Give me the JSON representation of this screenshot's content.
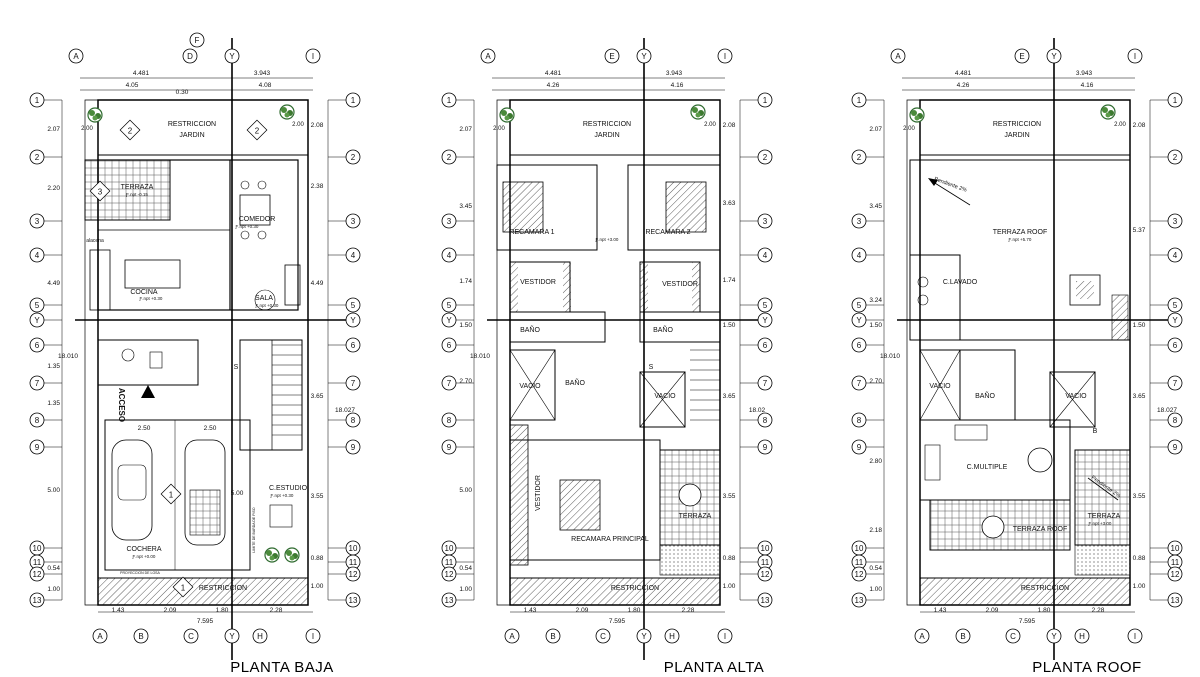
{
  "plans": [
    {
      "title": "PLANTA BAJA",
      "rooms": [
        "RESTRICCION",
        "JARDIN",
        "TERRAZA",
        "COMEDOR",
        "COCINA",
        "SALA",
        "C.ESTUDIO",
        "COCHERA",
        "RESTRICCION"
      ],
      "levels": [
        "Ƒ.npt -0.15",
        "Ƒ.npt +0.30",
        "Ƒ.npt +0.30",
        "Ƒ.npt +0.30",
        "Ƒ.npt +0.30",
        "Ƒ.npt +0.00"
      ],
      "extra": [
        "ACCESO",
        "S",
        "alacena"
      ],
      "markers": [
        "2",
        "2",
        "3",
        "1",
        "1"
      ]
    },
    {
      "title": "PLANTA ALTA",
      "rooms": [
        "RESTRICCION",
        "JARDIN",
        "RECAMARA 1",
        "RECAMARA 2",
        "VESTIDOR",
        "VESTIDOR",
        "BAÑO",
        "BAÑO",
        "VACIO",
        "BAÑO",
        "VACIO",
        "VESTIDOR",
        "RECAMARA PRINCIPAL",
        "TERRAZA",
        "RESTRICCION"
      ],
      "levels": [
        "Ƒ.npt +3.00"
      ],
      "extra": [
        "S"
      ]
    },
    {
      "title": "PLANTA ROOF",
      "rooms": [
        "RESTRICCION",
        "JARDIN",
        "TERRAZA ROOF",
        "C.LAVADO",
        "VACIO",
        "BAÑO",
        "VACIO",
        "C.MULTIPLE",
        "TERRAZA ROOF",
        "TERRAZA",
        "RESTRICCION"
      ],
      "levels": [
        "Ƒ.npt +5.70",
        "Ƒ.npt +3.00"
      ],
      "extra": [
        "Pendiente 2%",
        "Pendiente 2%",
        "B"
      ]
    }
  ],
  "axis_top": [
    "A",
    "F",
    "D",
    "Y",
    "I"
  ],
  "axis_top_alt": [
    "A",
    "E",
    "Y",
    "I"
  ],
  "axis_bottom": [
    "A",
    "B",
    "C",
    "Y",
    "H",
    "I"
  ],
  "axis_rows": [
    "1",
    "2",
    "3",
    "4",
    "5",
    "Y",
    "6",
    "7",
    "8",
    "9",
    "10",
    "11",
    "12",
    "13"
  ],
  "dims_top": [
    "4.481",
    "3.943",
    "4.05",
    "0.30",
    "4.08"
  ],
  "dims_top_alt": [
    "4.481",
    "3.943",
    "4.26",
    "4.16"
  ],
  "dims_bottom": [
    "1.43",
    "2.09",
    "1.80",
    "2.28",
    "7.595"
  ],
  "dims_left": [
    "2.07",
    "2.20",
    "4.49",
    "1.35",
    "1.35",
    "5.00",
    "0.54",
    "1.00"
  ],
  "dims_left_alt": [
    "2.07",
    "3.45",
    "1.74",
    "1.50",
    "2.70",
    "5.00",
    "0.54",
    "1.00"
  ],
  "dims_left_roof": [
    "2.07",
    "3.45",
    "3.24",
    "1.50",
    "2.70",
    "2.80",
    "2.18",
    "0.54",
    "1.00"
  ],
  "dims_right": [
    "2.08",
    "2.38",
    "4.49",
    "3.65",
    "3.55",
    "0.88",
    "1.00"
  ],
  "dims_right_alt": [
    "2.08",
    "3.63",
    "1.74",
    "1.50",
    "3.65",
    "3.55",
    "0.88",
    "1.00"
  ],
  "dims_right_roof": [
    "2.08",
    "5.37",
    "1.50",
    "3.65",
    "3.55",
    "0.88",
    "1.00"
  ],
  "dims_total_left": "18.010",
  "dims_total_right": [
    "18.027",
    "18.02",
    "18.027"
  ],
  "dims_garage": [
    "2.50",
    "2.50",
    "5.00"
  ],
  "dims_small": [
    "2.00",
    "2.00"
  ],
  "labels_misc": [
    "PROYECCION DE LOSA",
    "LIMITE DE BARDA DE PISO"
  ]
}
